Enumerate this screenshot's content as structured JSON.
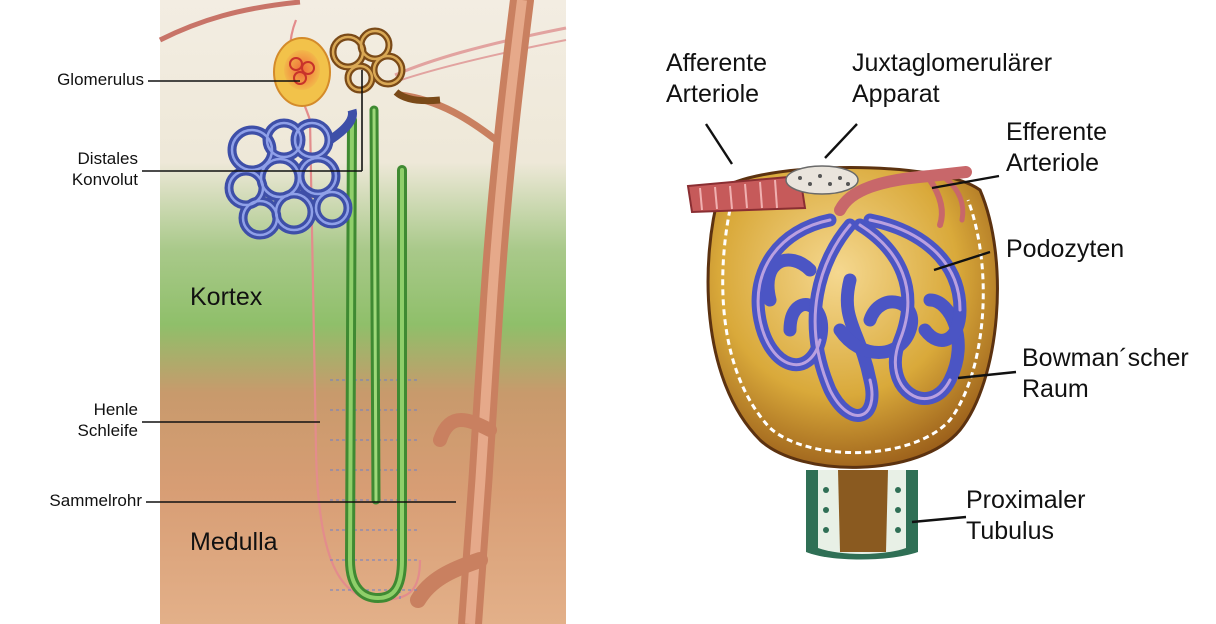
{
  "left_panel": {
    "regions": {
      "kortex": "Kortex",
      "medulla": "Medulla"
    },
    "labels": {
      "glomerulus": "Glomerulus",
      "distales_konvolut": "Distales\nKonvolut",
      "henle_schleife": "Henle\nSchleife",
      "sammelrohr": "Sammelrohr"
    }
  },
  "right_panel": {
    "labels": {
      "afferente_arteriole": "Afferente\nArteriole",
      "juxtaglomerulaerer_apparat": "Juxtaglomerulärer\nApparat",
      "efferente_arteriole": "Efferente\nArteriole",
      "podozyten": "Podozyten",
      "bowmanscher_raum": "Bowman´scher\nRaum",
      "proximaler_tubulus": "Proximaler\nTubulus"
    }
  },
  "colors": {
    "cortex_green": "#8fbf6a",
    "medulla_brown": "#c98a62",
    "tubule_blue": "#4656b8",
    "tubule_green": "#4f9a3e",
    "artery_red": "#c9605a",
    "capsule_gold": "#c79a28",
    "capsule_brown": "#7a4512",
    "capillary_blue": "#5a63cf"
  }
}
